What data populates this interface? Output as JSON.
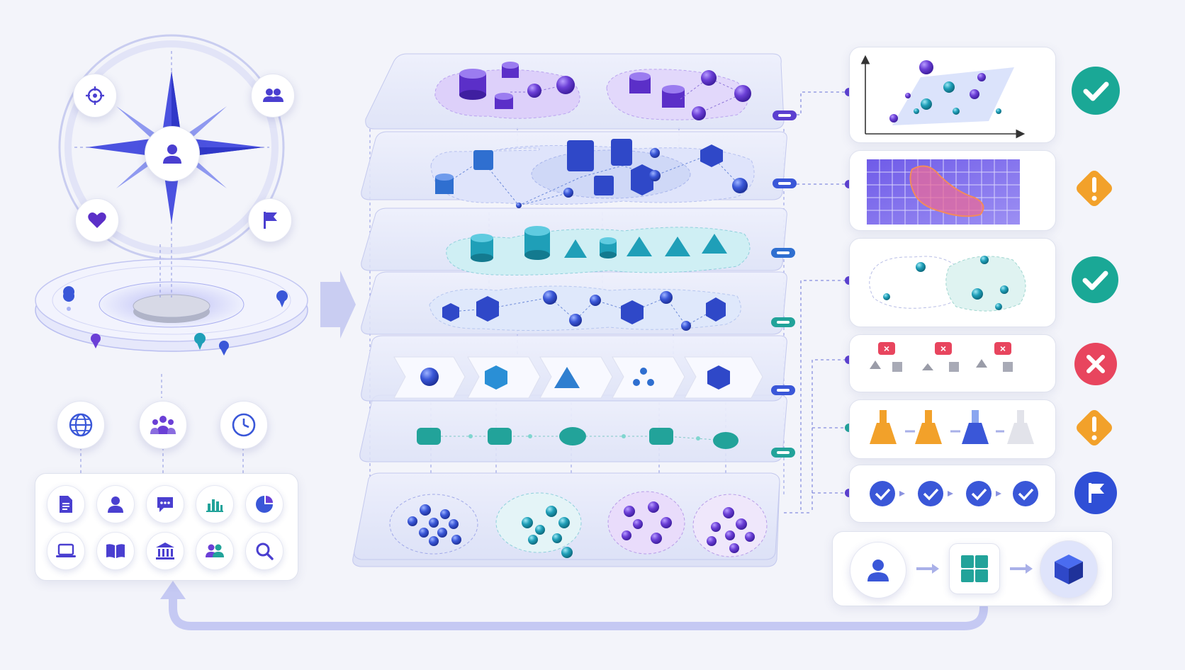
{
  "palette": {
    "indigo": "#4a3fd0",
    "violet": "#6b3fd6",
    "blue": "#3a57d8",
    "cyan": "#1f9fb8",
    "teal": "#22a39a",
    "green_check": "#1aa896",
    "warning": "#f2a12a",
    "error": "#e8455e",
    "flag_blue": "#2f4fd6",
    "layer_fill": "#e9ecfb",
    "connector": "#6a72d8"
  },
  "compass": {
    "center_icon": "user-icon",
    "corner_icons": [
      "target-icon",
      "users-icon",
      "heart-icon",
      "flag-icon"
    ]
  },
  "context_icons": [
    "globe-icon",
    "paw-group-icon",
    "clock-icon"
  ],
  "source_grid_icons": [
    "document-icon",
    "user-icon",
    "chat-icon",
    "bar-chart-icon",
    "pie-chart-icon",
    "laptop-icon",
    "book-icon",
    "bank-icon",
    "users-icon",
    "search-icon"
  ],
  "layers": [
    {
      "id": "entities",
      "shapes": "cylinders-and-spheres",
      "color": "violet"
    },
    {
      "id": "relations",
      "shapes": "cubes-cylinders-spheres",
      "color": "blue"
    },
    {
      "id": "features",
      "shapes": "cylinders-pyramids",
      "color": "cyan"
    },
    {
      "id": "graph",
      "shapes": "hexagons-spheres",
      "color": "blue"
    },
    {
      "id": "pipeline",
      "shapes": "sphere-cube-pyramid-cluster-cube",
      "color": "blue"
    },
    {
      "id": "nodes",
      "shapes": "rounded-pills",
      "color": "teal"
    },
    {
      "id": "clusters",
      "shapes": "sphere-clusters",
      "color": "mixed"
    }
  ],
  "outputs": [
    {
      "id": "scatter-panel",
      "kind": "scatter-plot",
      "status": "success"
    },
    {
      "id": "heatmap-panel",
      "kind": "heatmap",
      "status": "warning"
    },
    {
      "id": "cluster-panel",
      "kind": "cluster-map",
      "status": "success"
    },
    {
      "id": "anomaly-panel",
      "kind": "flagged-items",
      "status": "error"
    },
    {
      "id": "experiment-panel",
      "kind": "flask-series",
      "status": "warning"
    },
    {
      "id": "checklist-panel",
      "kind": "check-sequence",
      "status": "flag"
    }
  ],
  "result_flow": [
    "user-icon",
    "grid-icon",
    "cube-icon"
  ]
}
